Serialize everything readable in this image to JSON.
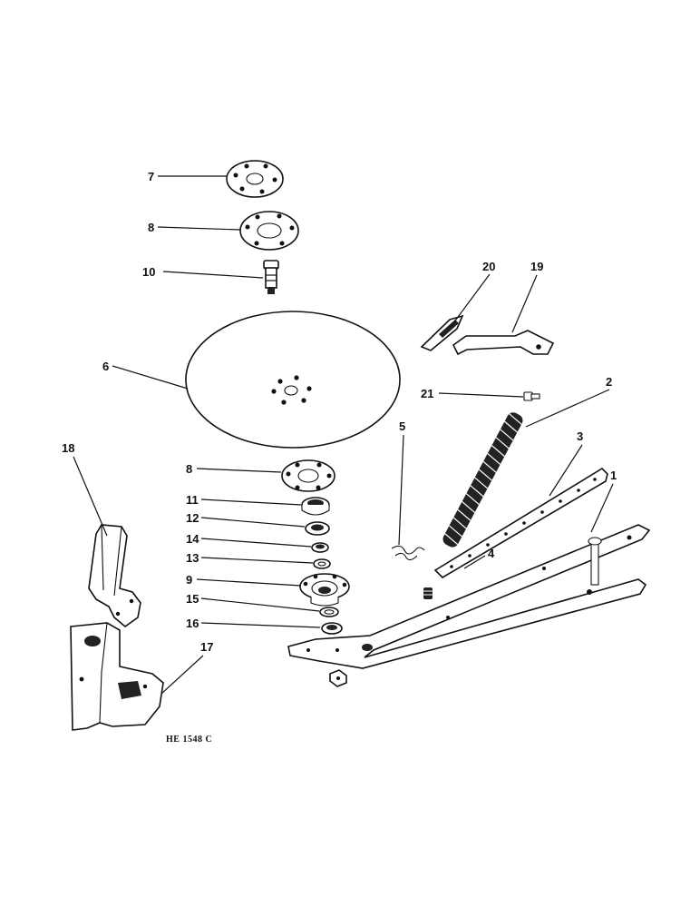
{
  "figure": {
    "code": "HE 1548 C"
  },
  "callouts": {
    "c1": "1",
    "c2": "2",
    "c3": "3",
    "c4": "4",
    "c5": "5",
    "c6": "6",
    "c7": "7",
    "c8a": "8",
    "c8b": "8",
    "c9": "9",
    "c10": "10",
    "c11": "11",
    "c12": "12",
    "c13": "13",
    "c14": "14",
    "c15": "15",
    "c16": "16",
    "c17": "17",
    "c18": "18",
    "c19": "19",
    "c20": "20",
    "c21": "21"
  },
  "parts": [
    {
      "callout": "1",
      "name": "frame-arm"
    },
    {
      "callout": "2",
      "name": "coil-spring"
    },
    {
      "callout": "3",
      "name": "adjusting-strap"
    },
    {
      "callout": "4",
      "name": "strap-nut"
    },
    {
      "callout": "5",
      "name": "spring-clip"
    },
    {
      "callout": "6",
      "name": "disc-blade"
    },
    {
      "callout": "7",
      "name": "outer-flange"
    },
    {
      "callout": "8",
      "name": "flange-plate"
    },
    {
      "callout": "9",
      "name": "bearing-hub"
    },
    {
      "callout": "10",
      "name": "spindle-bolt"
    },
    {
      "callout": "11",
      "name": "bearing"
    },
    {
      "callout": "12",
      "name": "seal"
    },
    {
      "callout": "13",
      "name": "washer"
    },
    {
      "callout": "14",
      "name": "retainer"
    },
    {
      "callout": "15",
      "name": "washer"
    },
    {
      "callout": "16",
      "name": "nut"
    },
    {
      "callout": "17",
      "name": "scraper-bracket"
    },
    {
      "callout": "18",
      "name": "scraper"
    },
    {
      "callout": "19",
      "name": "scraper-arm"
    },
    {
      "callout": "20",
      "name": "scraper-blade"
    },
    {
      "callout": "21",
      "name": "bolt"
    }
  ]
}
